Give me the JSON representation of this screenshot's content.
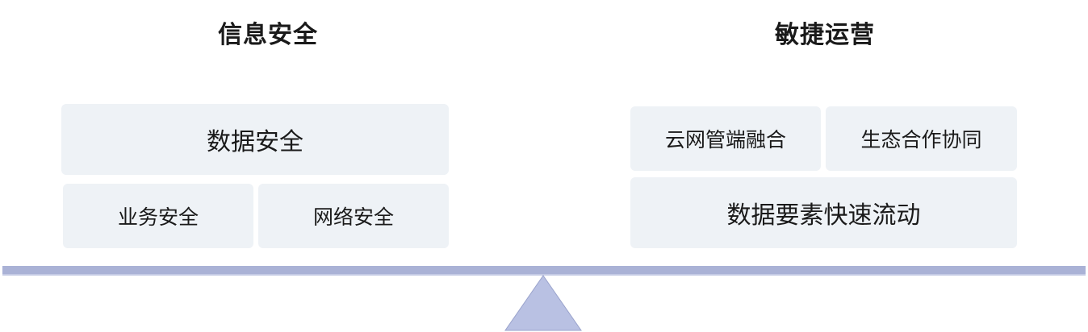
{
  "headings": {
    "left": "信息安全",
    "right": "敏捷运营"
  },
  "left_side": {
    "data_security": "数据安全",
    "business_security": "业务安全",
    "network_security": "网络安全"
  },
  "right_side": {
    "cloud_network": "云网管端融合",
    "ecosystem": "生态合作协同",
    "data_flow": "数据要素快速流动"
  },
  "colors": {
    "box_background": "#eef2f6",
    "beam": "#aab2d6",
    "fulcrum": "#b9c1e3"
  }
}
